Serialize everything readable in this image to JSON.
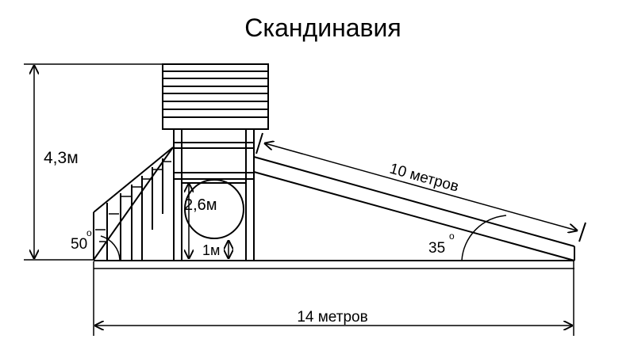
{
  "title": "Скандинавия",
  "labels": {
    "height": "4,3м",
    "loop_diameter": "2,6м",
    "gap": "1м",
    "slide_length": "10 метров",
    "total_length": "14 метров",
    "stair_angle": "50",
    "slide_angle": "35",
    "degree_mark": "o"
  }
}
